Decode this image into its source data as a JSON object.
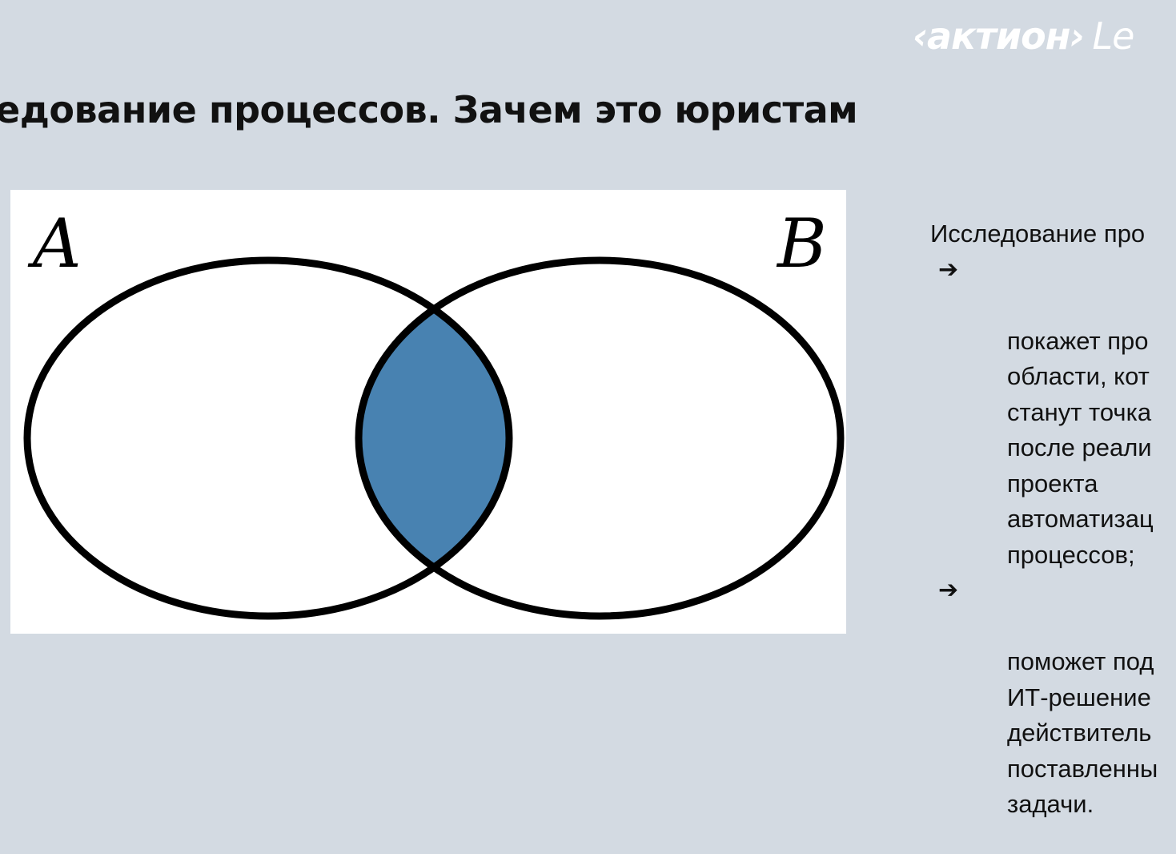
{
  "logo": {
    "brand": "‹актион›",
    "suffix": "Le"
  },
  "slide": {
    "title": "едование процессов. Зачем это юристам"
  },
  "venn": {
    "labels": {
      "a": "A",
      "b": "B"
    },
    "colors": {
      "intersection": "#4882b1",
      "outline": "#000000",
      "background": "#ffffff"
    }
  },
  "text": {
    "intro": "Исследование про",
    "bullets": [
      {
        "icon": "arrow-right-icon",
        "marker": "➔",
        "text": "покажет про\nобласти, кот\nстанут точка\nпосле реали\nпроекта\nавтоматизац\nпроцессов;"
      },
      {
        "icon": "arrow-right-icon",
        "marker": "➔",
        "text": "поможет под\nИТ-решение\nдействитель\nпоставленны\nзадачи."
      }
    ]
  }
}
